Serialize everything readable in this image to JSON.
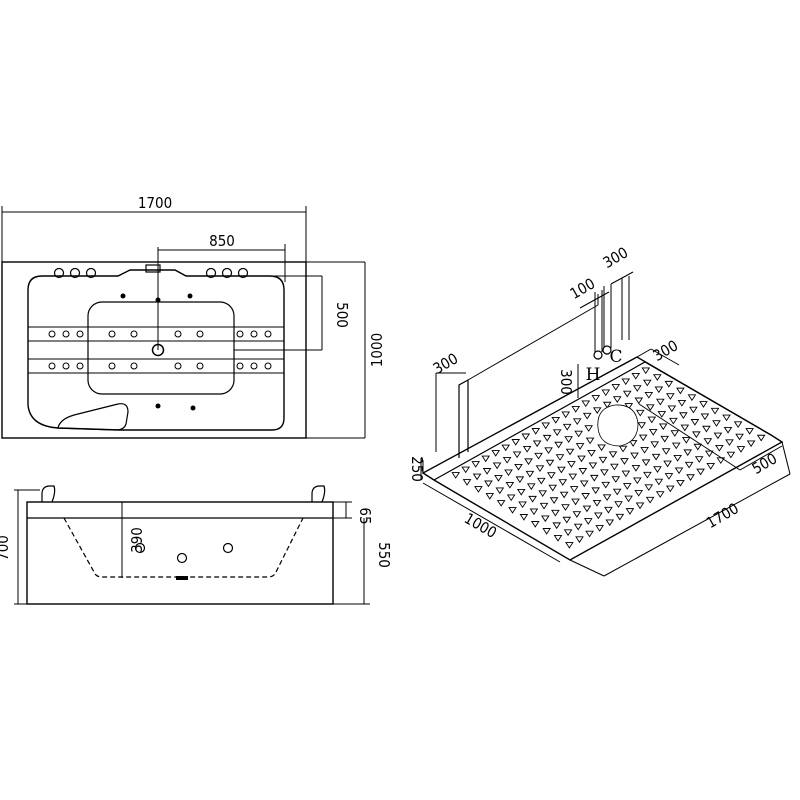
{
  "top_view": {
    "overall_length": "1700",
    "jet_span": "850",
    "jet_offset": "500",
    "overall_width": "1000"
  },
  "side_view": {
    "total_height": "700",
    "basin_depth": "390",
    "rim_height": "65",
    "base_height": "550"
  },
  "installation_view": {
    "back_clearance": "300",
    "pipe_spacing": "100",
    "pipe_offset": "300",
    "hot_label": "H",
    "cold_label": "C",
    "pipe_height": "300",
    "side_clearance": "300",
    "wall_height": "250",
    "floor_width": "1000",
    "floor_length": "1700",
    "drain_offset": "500"
  }
}
